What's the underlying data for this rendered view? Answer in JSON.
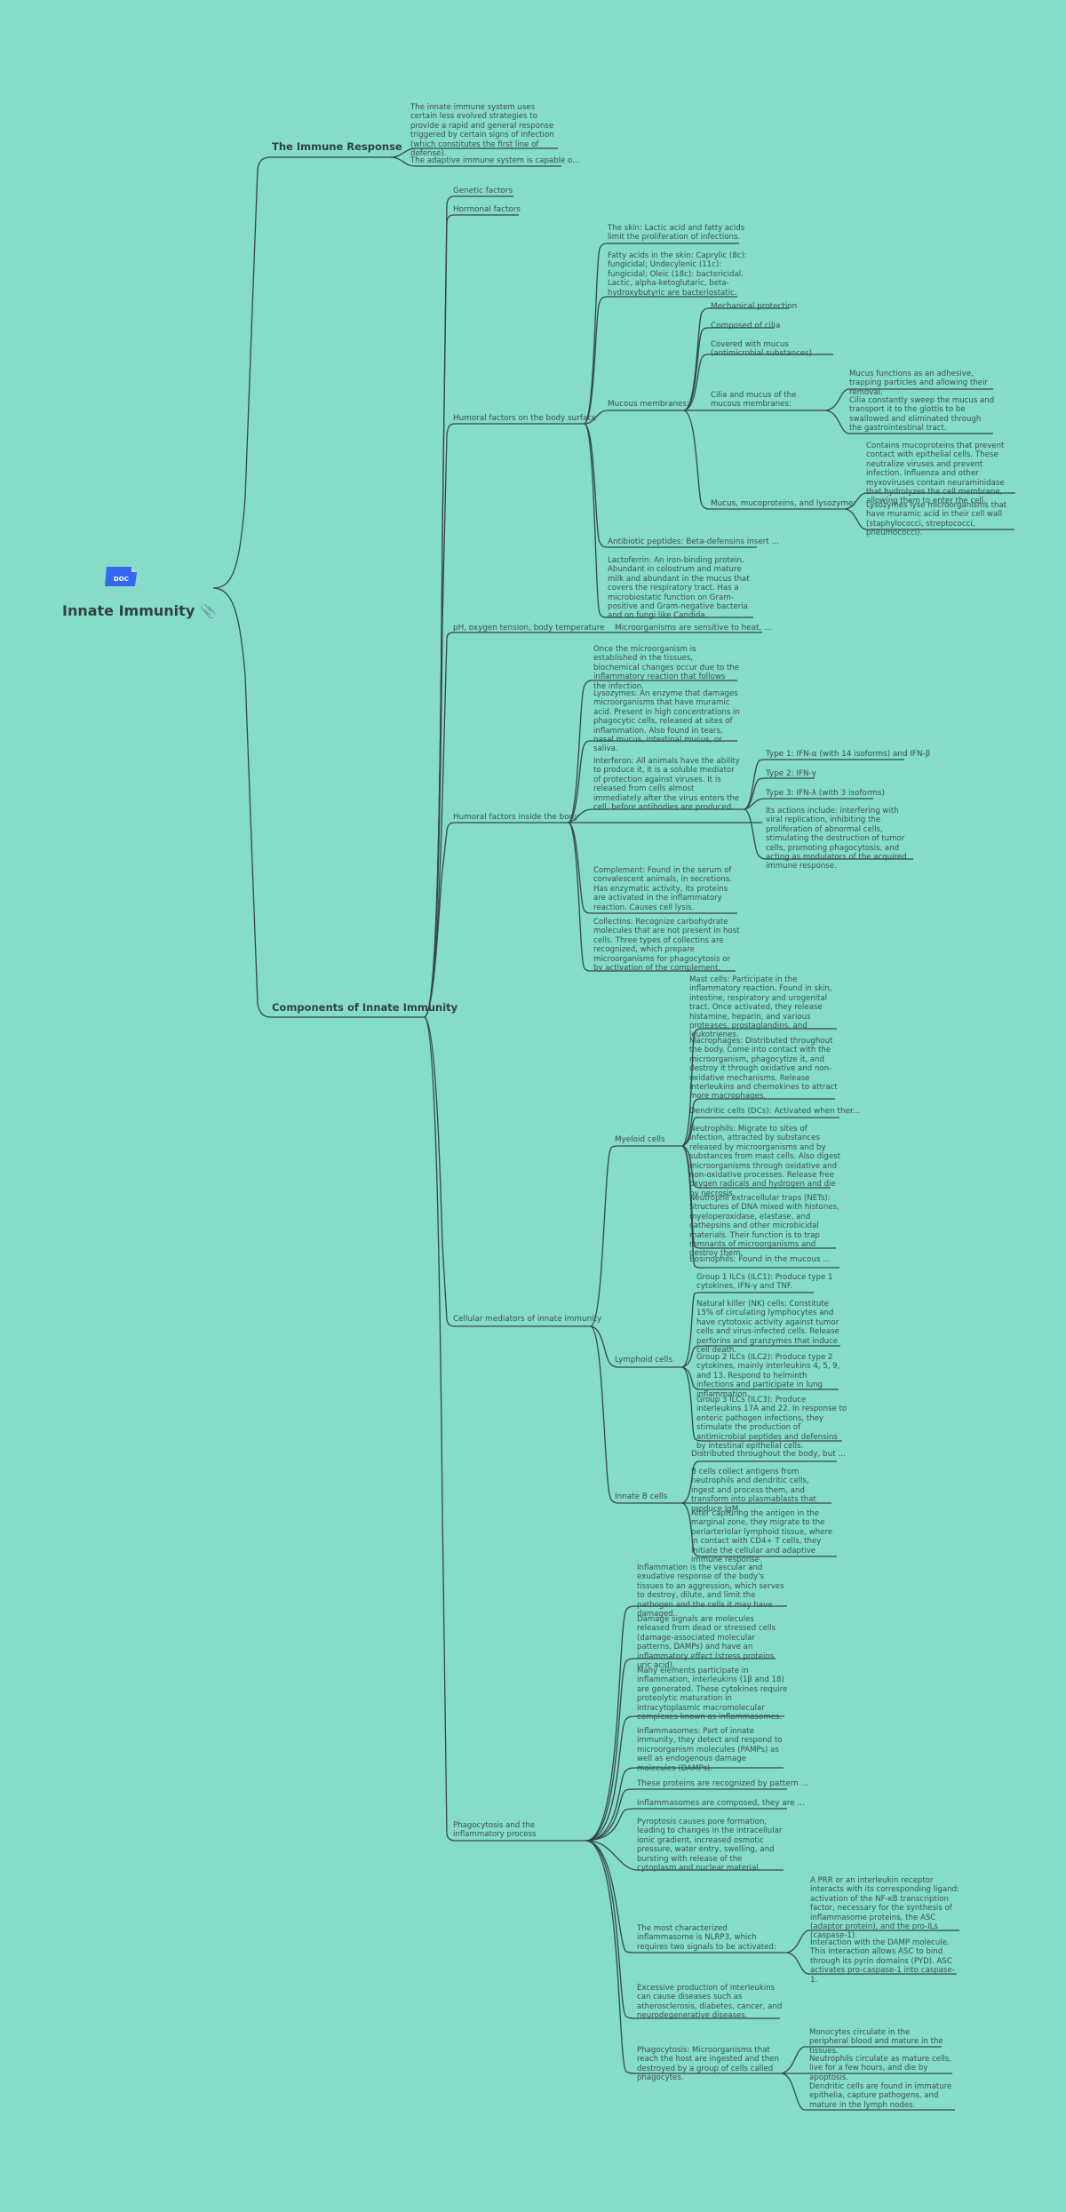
{
  "root": {
    "title": "Innate Immunity",
    "doc_icon_label": "DOC",
    "doc_icon_color": "#3468f0",
    "attachment_icon": "paperclip-icon"
  },
  "colors": {
    "background": "#84dcc9",
    "line": "#37474a",
    "text": "#3e4d50"
  },
  "immune_response": {
    "label": "The Immune Response",
    "children": [
      "The innate immune system uses certain less evolved strategies to provide a rapid and general response triggered by certain signs of infection (which constitutes the first line of defense).",
      "The adaptive immune system is capable o..."
    ]
  },
  "components": {
    "label": "Components of Innate Immunity",
    "genetic": "Genetic factors",
    "hormonal": "Hormonal factors",
    "surface": {
      "label": "Humoral factors on the body surface",
      "skin": "The skin: Lactic acid and fatty acids limit the proliferation of infections.",
      "fatty_acids": "Fatty acids in the skin: Caprylic (8c): fungicidal; Undecylenic (11c): fungicidal; Oleic (18c): bactericidal. Lactic, alpha-ketoglutaric, beta-hydroxybutyric are bacteriostatic.",
      "mucous": {
        "label": "Mucous membranes:",
        "mechanical": "Mechanical protection",
        "cilia": "Composed of cilia",
        "covered": "Covered with mucus (antimicrobial substances)",
        "cilia_mucus": {
          "label": "Cilia and mucus of the mucous membranes:",
          "adhesive": "Mucus functions as an adhesive, trapping particles and allowing their removal.",
          "sweep": "Cilia constantly sweep the mucus and transport it to the glottis to be swallowed and eliminated through the gastrointestinal tract."
        },
        "mucoproteins": {
          "label": "Mucus, mucoproteins, and lysozyme:",
          "contains": "Contains mucoproteins that prevent contact with epithelial cells. These neutralize viruses and prevent infection. Influenza and other myxoviruses contain neuraminidase that hydrolyzes the cell membrane, allowing them to enter the cell.",
          "lysozymes": "Lysozymes lyse microorganisms that have muramic acid in their cell wall (staphylococci, streptococci, pneumococci)."
        }
      },
      "peptides": "Antibiotic peptides: Beta-defensins insert ...",
      "lactoferrin": "Lactoferrin: An iron-binding protein. Abundant in colostrum and mature milk and abundant in the mucus that covers the respiratory tract. Has a microbiostatic function on Gram-positive and Gram-negative bacteria and on fungi like Candida."
    },
    "ph": {
      "label": "pH, oxygen tension, body temperature",
      "child": "Microorganisms are sensitive to heat, ..."
    },
    "inside": {
      "label": "Humoral factors inside the body",
      "once": "Once the microorganism is established in the tissues, biochemical changes occur due to the inflammatory reaction that follows the infection.",
      "lysozymes": "Lysozymes: An enzyme that damages microorganisms that have muramic acid. Present in high concentrations in phagocytic cells, released at sites of inflammation. Also found in tears, nasal mucus, intestinal mucus, or saliva.",
      "interferon": {
        "label": "Interferon: All animals have the ability to produce it, it is a soluble mediator of protection against viruses. It is released from cells almost immediately after the virus enters the cell, before antibodies are produced.",
        "type1": "Type 1: IFN-α (with 14 isoforms) and IFN-β",
        "type2": "Type 2: IFN-γ",
        "type3": "Type 3: IFN-λ (with 3 isoforms)",
        "actions": "Its actions include: interfering with viral replication, inhibiting the proliferation of abnormal cells, stimulating the destruction of tumor cells, promoting phagocytosis, and acting as modulators of the acquired immune response."
      },
      "complement": "Complement: Found in the serum of convalescent animals, in secretions. Has enzymatic activity, its proteins are activated in the inflammatory reaction. Causes cell lysis.",
      "collectins": "Collectins: Recognize carbohydrate molecules that are not present in host cells. Three types of collectins are recognized, which prepare microorganisms for phagocytosis or by activation of the complement."
    },
    "cellular": {
      "label": "Cellular mediators of innate immunity",
      "myeloid": {
        "label": "Myeloid cells",
        "mast": "Mast cells: Participate in the inflammatory reaction. Found in skin, intestine, respiratory and urogenital tract. Once activated, they release histamine, heparin, and various proteases, prostaglandins, and leukotrienes.",
        "macrophages": "Macrophages: Distributed throughout the body. Come into contact with the microorganism, phagocytize it, and destroy it through oxidative and non-oxidative mechanisms. Release interleukins and chemokines to attract more macrophages.",
        "dendritic": "Dendritic cells (DCs): Activated when ther...",
        "neutrophils": "Neutrophils: Migrate to sites of infection, attracted by substances released by microorganisms and by substances from mast cells. Also digest microorganisms through oxidative and non-oxidative processes. Release free oxygen radicals and hydrogen and die by necrosis.",
        "nets": "Neutrophil extracellular traps (NETs): Structures of DNA mixed with histones, myeloperoxidase, elastase, and cathepsins and other microbicidal materials. Their function is to trap remnants of microorganisms and destroy them.",
        "eosinophils": "Eosinophils: Found in the mucous ..."
      },
      "lymphoid": {
        "label": "Lymphoid cells",
        "ilc1": "Group 1 ILCs (ILC1): Produce type 1 cytokines, IFN-γ and TNF.",
        "nk": "Natural killer (NK) cells: Constitute 15% of circulating lymphocytes and have cytotoxic activity against tumor cells and virus-infected cells. Release perforins and granzymes that induce cell death.",
        "ilc2": "Group 2 ILCs (ILC2): Produce type 2 cytokines, mainly interleukins 4, 5, 9, and 13. Respond to helminth infections and participate in lung inflammation.",
        "ilc3": "Group 3 ILCs (ILC3): Produce interleukins 17A and 22. In response to enteric pathogen infections, they stimulate the production of antimicrobial peptides and defensins by intestinal epithelial cells."
      },
      "bcells": {
        "label": "Innate B cells",
        "distributed": "Distributed throughout the body, but ...",
        "collect": "B cells collect antigens from neutrophils and dendritic cells, ingest and process them, and transform into plasmablasts that produce IgM.",
        "after": "After capturing the antigen in the marginal zone, they migrate to the periarteriolar lymphoid tissue, where in contact with CD4+ T cells, they initiate the cellular and adaptive immune response."
      }
    },
    "phago": {
      "label": "Phagocytosis and the inflammatory process",
      "inflammation": "Inflammation is the vascular and exudative response of the body's tissues to an aggression, which serves to destroy, dilute, and limit the pathogen and the cells it may have damaged.",
      "damage": "Damage signals are molecules released from dead or stressed cells (damage-associated molecular patterns, DAMPs) and have an inflammatory effect (stress proteins, uric acid).",
      "many": "Many elements participate in inflammation, interleukins (1β and 18) are generated. These cytokines require proteolytic maturation in intracytoplasmic macromolecular complexes known as inflammasomes.",
      "inflammasomes": "Inflammasomes: Part of innate immunity, they detect and respond to microorganism molecules (PAMPs) as well as endogenous damage molecules (DAMPs).",
      "proteins": "These proteins are recognized by pattern ...",
      "composed": "Inflammasomes are composed, they are ...",
      "pyroptosis": "Pyroptosis causes pore formation, leading to changes in the intracellular ionic gradient, increased osmotic pressure, water entry, swelling, and bursting with release of the cytoplasm and nuclear material.",
      "nlrp3": {
        "label": "The most characterized inflammasome is NLRP3, which requires two signals to be activated:",
        "prr": "A PRR or an interleukin receptor interacts with its corresponding ligand: activation of the NF-κB transcription factor, necessary for the synthesis of inflammasome proteins, the ASC (adaptor protein), and the pro-ILs (caspase-1).",
        "damp": "Interaction with the DAMP molecule. This interaction allows ASC to bind through its pyrin domains (PYD). ASC activates pro-caspase-1 into caspase-1."
      },
      "excessive": "Excessive production of interleukins can cause diseases such as atherosclerosis, diabetes, cancer, and neurodegenerative diseases.",
      "phagocytosis": {
        "label": "Phagocytosis: Microorganisms that reach the host are ingested and then destroyed by a group of cells called phagocytes.",
        "monocytes": "Monocytes circulate in the peripheral blood and mature in the tissues.",
        "neutrophils": "Neutrophils circulate as mature cells, live for a few hours, and die by apoptosis.",
        "dendritic": "Dendritic cells are found in immature epithelia, capture pathogens, and mature in the lymph nodes."
      }
    }
  }
}
